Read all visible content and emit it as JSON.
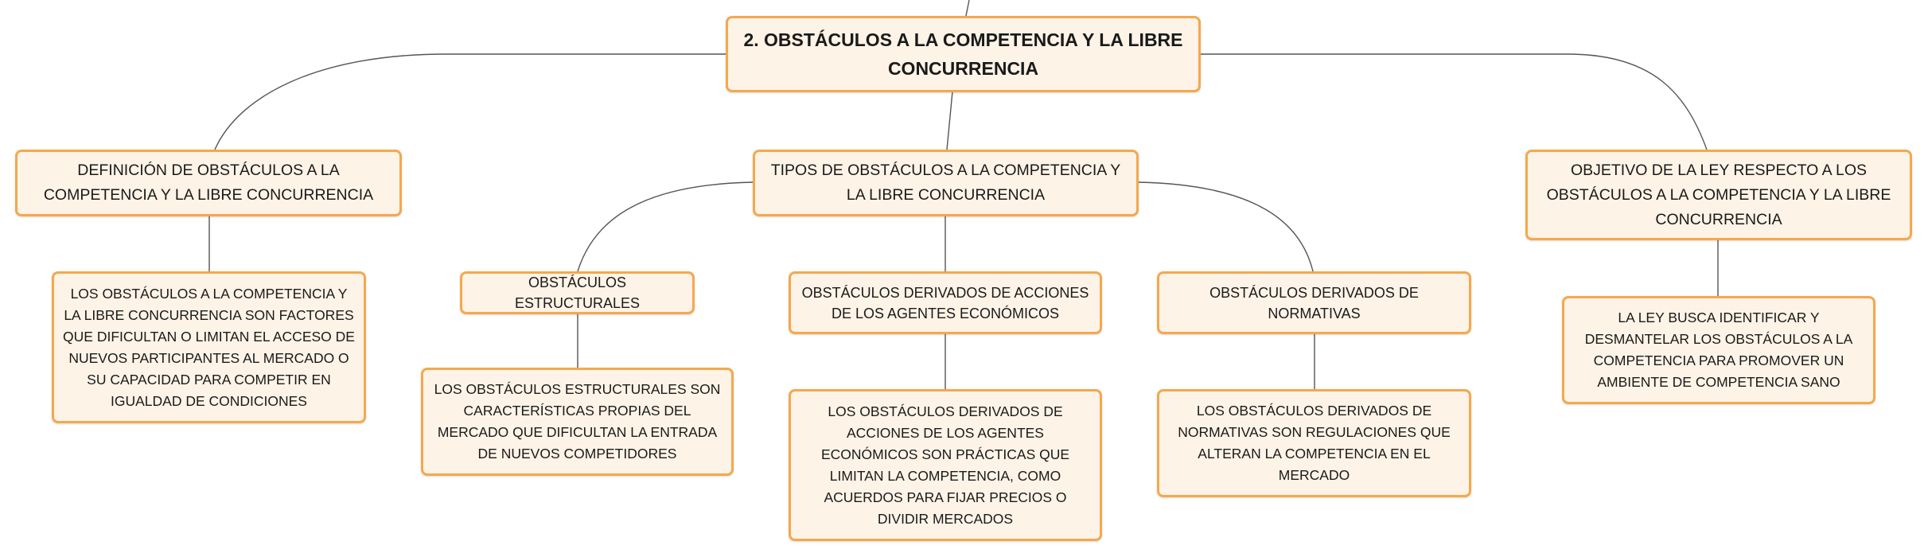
{
  "root": {
    "title": "2. OBSTÁCULOS A LA COMPETENCIA Y LA LIBRE CONCURRENCIA"
  },
  "definicion": {
    "title": "DEFINICIÓN DE OBSTÁCULOS A LA COMPETENCIA Y LA LIBRE CONCURRENCIA",
    "detail": "LOS OBSTÁCULOS A LA COMPETENCIA Y LA LIBRE CONCURRENCIA SON FACTORES QUE DIFICULTAN O LIMITAN EL ACCESO DE NUEVOS PARTICIPANTES AL MERCADO O SU CAPACIDAD PARA COMPETIR EN IGUALDAD DE CONDICIONES"
  },
  "tipos": {
    "title": "TIPOS DE OBSTÁCULOS A LA COMPETENCIA Y LA LIBRE CONCURRENCIA",
    "estructurales": {
      "title": "OBSTÁCULOS ESTRUCTURALES",
      "detail": "LOS OBSTÁCULOS ESTRUCTURALES SON CARACTERÍSTICAS PROPIAS DEL MERCADO QUE DIFICULTAN LA ENTRADA DE NUEVOS COMPETIDORES"
    },
    "acciones": {
      "title": "OBSTÁCULOS DERIVADOS DE ACCIONES DE LOS AGENTES ECONÓMICOS",
      "detail": "LOS OBSTÁCULOS DERIVADOS DE ACCIONES DE LOS AGENTES ECONÓMICOS SON PRÁCTICAS QUE LIMITAN LA COMPETENCIA, COMO ACUERDOS PARA FIJAR PRECIOS O DIVIDIR MERCADOS"
    },
    "normativas": {
      "title": "OBSTÁCULOS DERIVADOS DE NORMATIVAS",
      "detail": "LOS OBSTÁCULOS DERIVADOS DE NORMATIVAS SON REGULACIONES QUE ALTERAN LA COMPETENCIA EN EL MERCADO"
    }
  },
  "objetivo": {
    "title": "OBJETIVO DE LA LEY RESPECTO A LOS OBSTÁCULOS A LA COMPETENCIA Y LA LIBRE CONCURRENCIA",
    "detail": "LA LEY BUSCA IDENTIFICAR Y DESMANTELAR LOS OBSTÁCULOS A LA COMPETENCIA PARA PROMOVER UN AMBIENTE DE COMPETENCIA SANO"
  },
  "colors": {
    "node_fill": "#fef3e7",
    "node_border": "#f5a84d",
    "connector": "#555555"
  }
}
